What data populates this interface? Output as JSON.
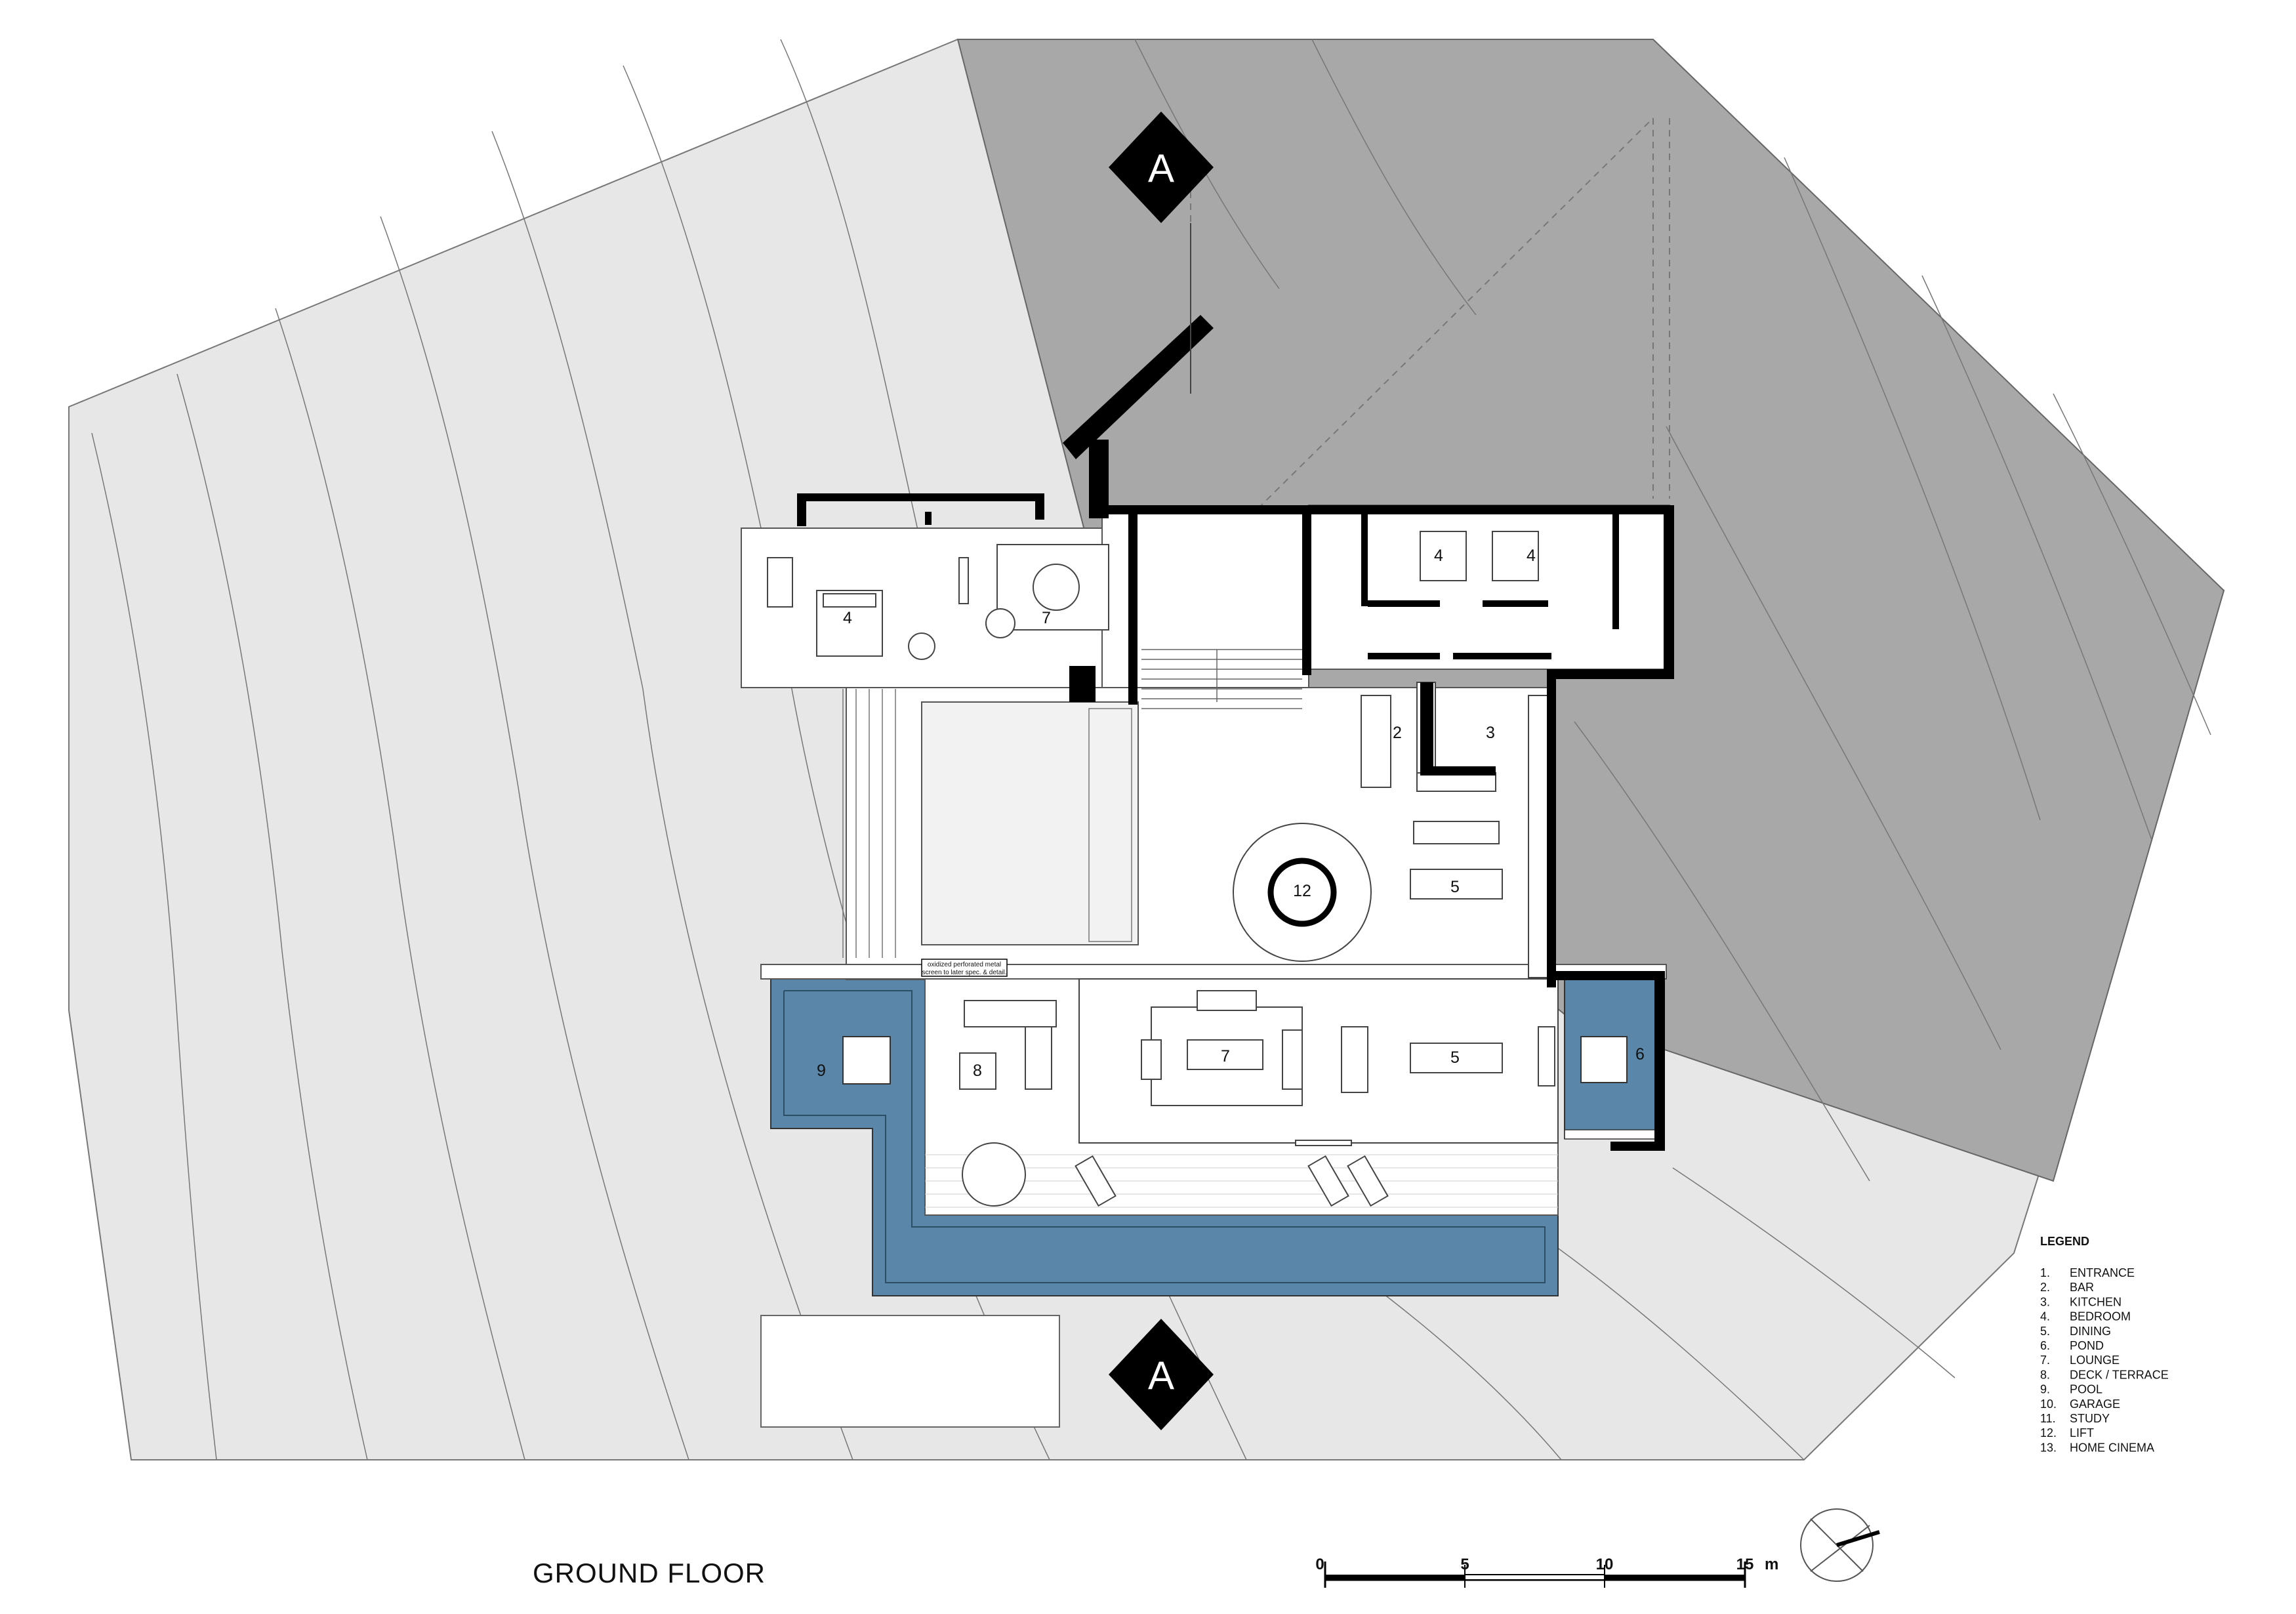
{
  "drawing": {
    "title": "GROUND FLOOR",
    "section_marker": "A",
    "screen_note_line1": "oxidized perforated metal",
    "screen_note_line2": "screen to later spec. & detail."
  },
  "room_labels": {
    "master_bedroom": "4",
    "master_lounge": "7",
    "bedroom_a": "4",
    "bedroom_b": "4",
    "bar": "2",
    "kitchen": "3",
    "lift": "12",
    "dining_inner": "5",
    "deck": "8",
    "lounge": "7",
    "dining_outer": "5",
    "pool": "9",
    "pond": "6"
  },
  "legend": {
    "heading": "LEGEND",
    "items": [
      {
        "num": "1.",
        "label": "ENTRANCE"
      },
      {
        "num": "2.",
        "label": "BAR"
      },
      {
        "num": "3.",
        "label": "KITCHEN"
      },
      {
        "num": "4.",
        "label": "BEDROOM"
      },
      {
        "num": "5.",
        "label": "DINING"
      },
      {
        "num": "6.",
        "label": "POND"
      },
      {
        "num": "7.",
        "label": "LOUNGE"
      },
      {
        "num": "8.",
        "label": "DECK / TERRACE"
      },
      {
        "num": "9.",
        "label": "POOL"
      },
      {
        "num": "10.",
        "label": "GARAGE"
      },
      {
        "num": "11.",
        "label": "STUDY"
      },
      {
        "num": "12.",
        "label": "LIFT"
      },
      {
        "num": "13.",
        "label": "HOME CINEMA"
      }
    ]
  },
  "scale_bar": {
    "ticks": [
      "0",
      "5",
      "10",
      "15"
    ],
    "unit": "m"
  },
  "colors": {
    "site_light": "#e7e7e7",
    "site_dark": "#a8a8a8",
    "water": "#5a87a9",
    "wall": "#000000"
  }
}
